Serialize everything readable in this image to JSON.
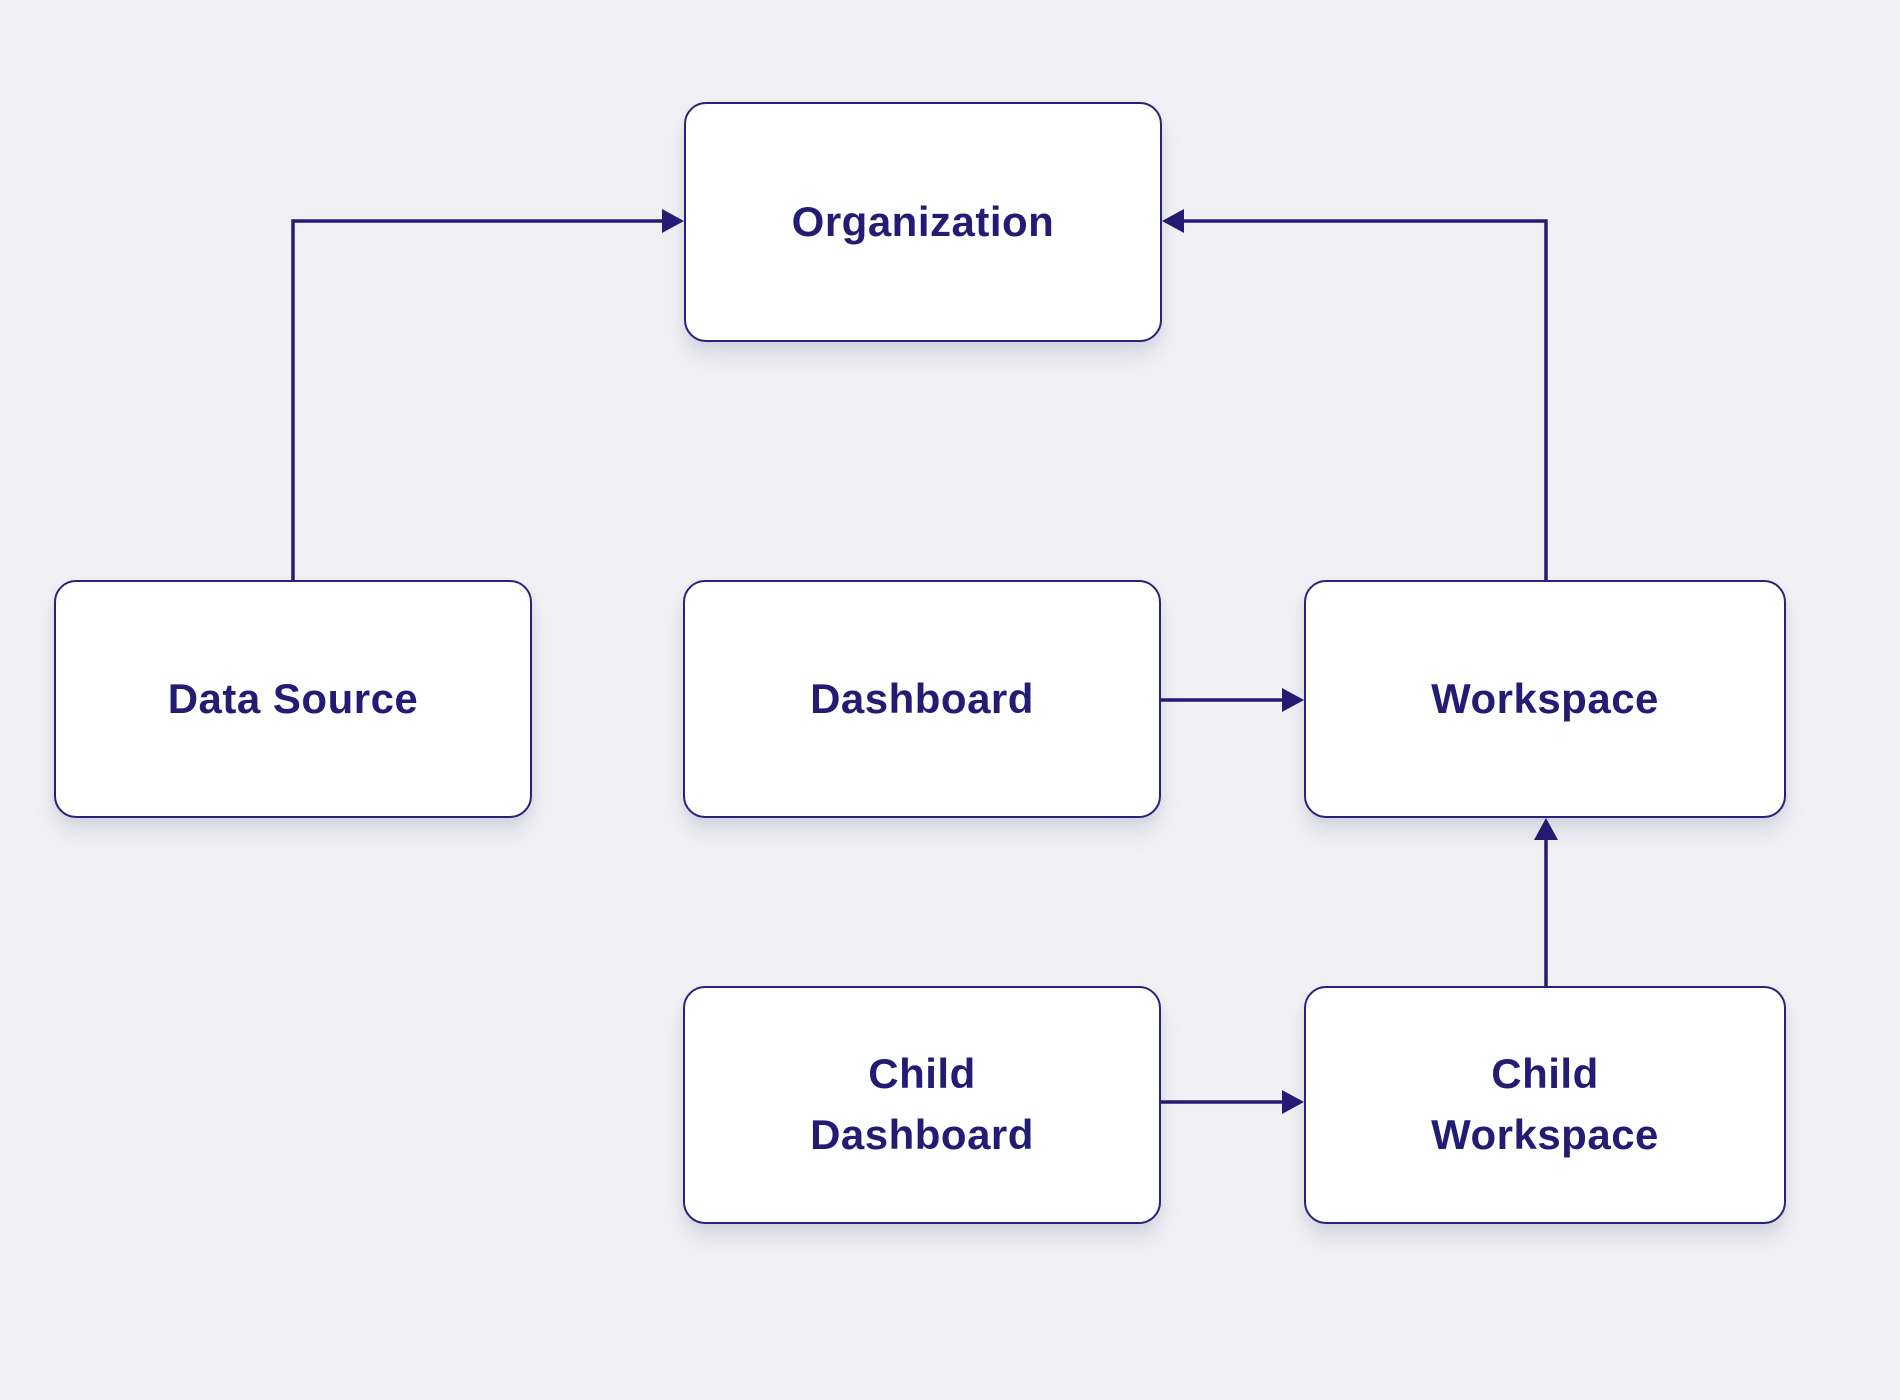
{
  "colors": {
    "background": "#F1F1F5",
    "box_fill": "#FFFFFF",
    "stroke": "#241C74",
    "text": "#241C74"
  },
  "nodes": {
    "organization": {
      "label": "Organization",
      "lines": [
        "Organization"
      ]
    },
    "data_source": {
      "label": "Data Source",
      "lines": [
        "Data Source"
      ]
    },
    "dashboard": {
      "label": "Dashboard",
      "lines": [
        "Dashboard"
      ]
    },
    "workspace": {
      "label": "Workspace",
      "lines": [
        "Workspace"
      ]
    },
    "child_dashboard": {
      "label": "Child Dashboard",
      "lines": [
        "Child",
        "Dashboard"
      ]
    },
    "child_workspace": {
      "label": "Child Workspace",
      "lines": [
        "Child",
        "Workspace"
      ]
    }
  },
  "edges": [
    {
      "from": "Data Source",
      "to": "Organization"
    },
    {
      "from": "Workspace",
      "to": "Organization"
    },
    {
      "from": "Dashboard",
      "to": "Workspace"
    },
    {
      "from": "Child Dashboard",
      "to": "Child Workspace"
    },
    {
      "from": "Child Workspace",
      "to": "Workspace"
    }
  ]
}
